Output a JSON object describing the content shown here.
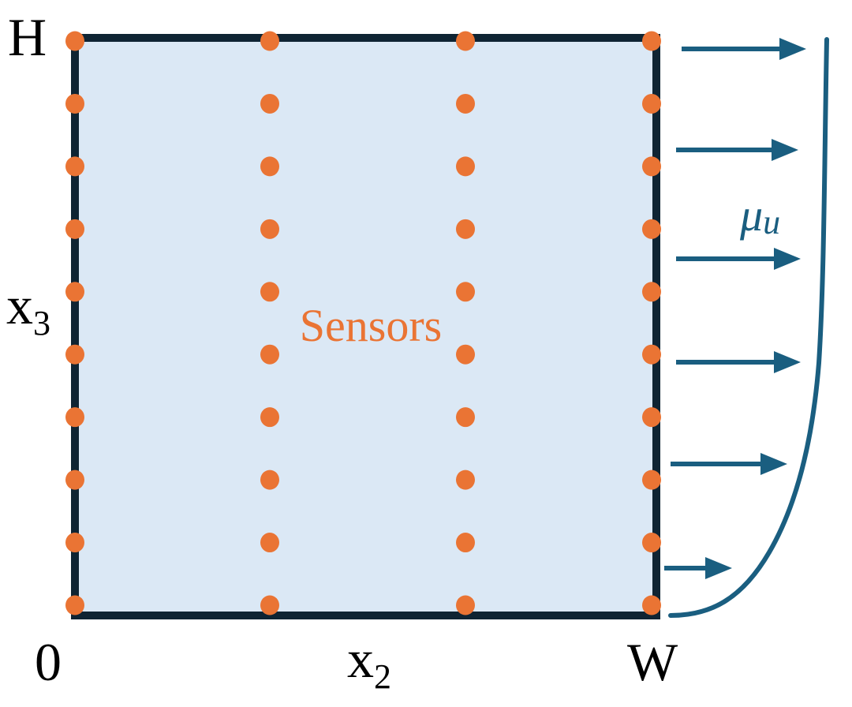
{
  "labels": {
    "top_left": "H",
    "bottom_left": "0",
    "bottom_right": "W",
    "x3": "x",
    "x3_sub": "3",
    "x2": "x",
    "x2_sub": "2",
    "sensors": "Sensors",
    "mu": "μ",
    "mu_sub": "u"
  },
  "sensor_grid": {
    "columns": 4,
    "rows": 10
  },
  "profile_arrows": 6,
  "colors": {
    "domain_fill": "#dbe8f5",
    "domain_border": "#0f2433",
    "sensor": "#ea7434",
    "profile": "#1a5e80",
    "text": "#000000"
  }
}
